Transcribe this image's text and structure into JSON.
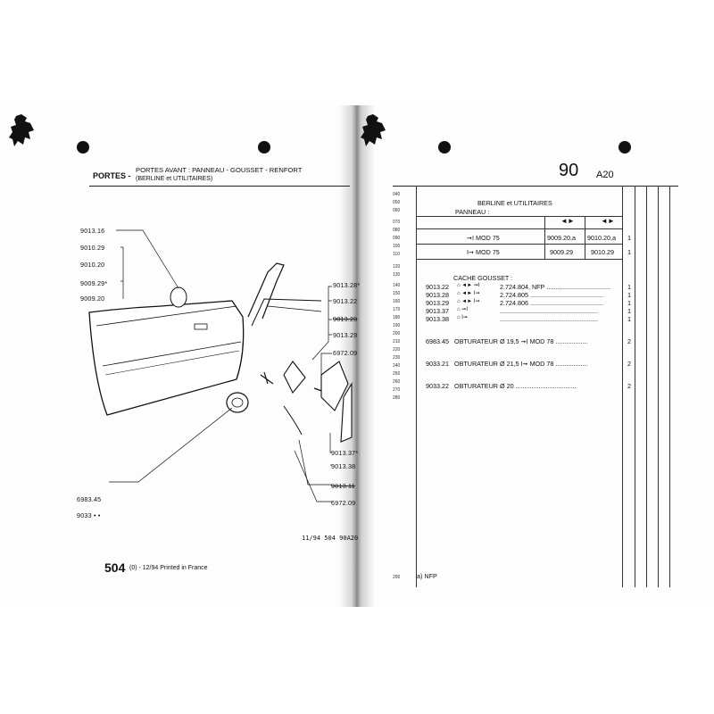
{
  "left_page": {
    "section": "PORTES -",
    "title_line1": "PORTES AVANT : PANNEAU - GOUSSET - RENFORT",
    "title_line2": "(BERLINE et UTILITAIRES)",
    "refs": {
      "r9013_16": "9013.16",
      "r9010_29": "9010.29",
      "r9010_20": "9010.20",
      "r9009_29": "9009.29*",
      "r9009_20": "9009.20",
      "r9013_28": "9013.28*",
      "r9013_22": "9013.22",
      "r9013_23": "9013.23",
      "r9013_29": "9013.29",
      "r6972_09a": "6972.09",
      "r9013_37": "9013.37*",
      "r9013_38": "9013.38",
      "r9013_11": "9013.11",
      "r6972_09b": "6972.09",
      "r6983_45": "6983.45",
      "r9033": "9033 • •"
    },
    "code_line": "11/94  504  90A20",
    "footer_model": "504",
    "footer_text": "(0) - 12/94 Printed in France"
  },
  "right_page": {
    "page_number": "90",
    "page_suffix": "A20",
    "line_numbers": [
      "040",
      "050",
      "060",
      "070",
      "080",
      "090",
      "100",
      "110",
      "120",
      "130",
      "140",
      "150",
      "160",
      "170",
      "180",
      "190",
      "200",
      "210",
      "220",
      "230",
      "240",
      "250",
      "260",
      "270",
      "280"
    ],
    "bottom_line_number": "290",
    "group_title": "BERLINE et UTILITAIRES",
    "panneau_label": "PANNEAU :",
    "panel_rows": [
      {
        "desc": "➞I  MOD 75",
        "c1": "9009.20,a",
        "c2": "9010.20,a",
        "qty": "1"
      },
      {
        "desc": "I➞  MOD 75",
        "c1": "9009.29",
        "c2": "9010.29",
        "qty": "1"
      }
    ],
    "cache_title": "CACHE GOUSSET :",
    "cache_rows": [
      {
        "ref": "9013.22",
        "desc": "2.724.804, NFP ....................................",
        "qty": "1"
      },
      {
        "ref": "9013.28",
        "desc": "2.724.805 .........................................",
        "qty": "1"
      },
      {
        "ref": "9013.29",
        "desc": "2.724.806 .........................................",
        "qty": "1"
      },
      {
        "ref": "9013.37",
        "desc": ".......................................................",
        "qty": "1"
      },
      {
        "ref": "9013.38",
        "desc": ".......................................................",
        "qty": "1"
      }
    ],
    "obturateur_rows": [
      {
        "ref": "6983.45",
        "desc": "OBTURATEUR  Ø  19,5  ➞I  MOD 78 ..................",
        "qty": "2"
      },
      {
        "ref": "9033.21",
        "desc": "OBTURATEUR  Ø  21,5  I➞  MOD 78 ..................",
        "qty": "2"
      },
      {
        "ref": "9033.22",
        "desc": "OBTURATEUR  Ø  20  ..................................",
        "qty": "2"
      }
    ],
    "footnote": "a) NFP"
  }
}
